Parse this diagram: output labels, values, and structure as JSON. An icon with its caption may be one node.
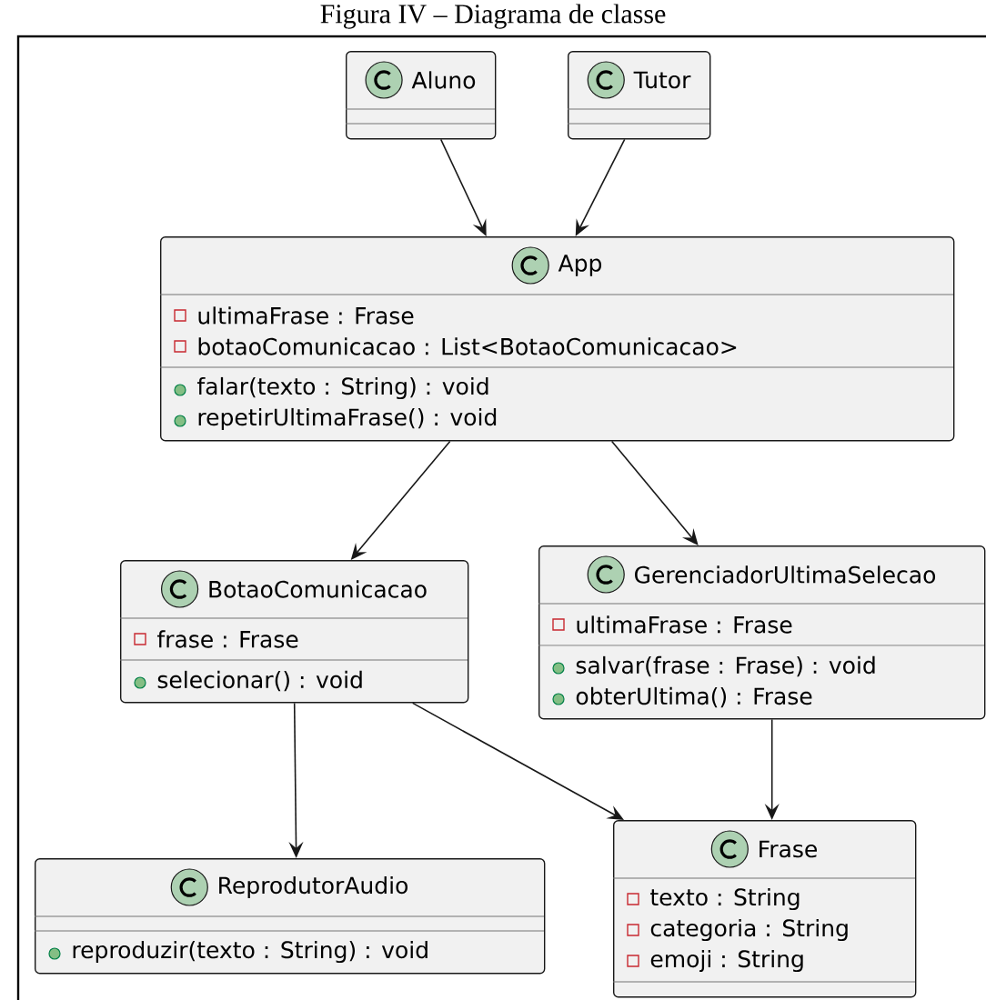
{
  "diagram": {
    "title": "Figura IV – Diagrama de classe",
    "nodes": [
      {
        "text": [
          "Aluno"
        ]
      },
      {
        "text": [
          "Tutor"
        ]
      },
      {
        "text": [
          "App",
          "ultimaFrase : Frase",
          "botaoComunicacao : List<BotaoComunicacao>",
          "falar(texto : String) : void",
          "repetirUltimaFrase() : void"
        ]
      },
      {
        "text": [
          "BotaoComunicacao",
          "frase : Frase",
          "selecionar() : void"
        ]
      },
      {
        "text": [
          "GerenciadorUltimaSelecao",
          "ultimaFrase : Frase",
          "salvar(frase : Frase) : void",
          "obterUltima() : Frase"
        ]
      },
      {
        "text": [
          "ReprodutorAudio",
          "reproduzir(texto : String) : void"
        ]
      },
      {
        "text": [
          "Frase",
          "texto : String",
          "categoria : String",
          "emoji : String"
        ]
      }
    ],
    "edges": [
      {
        "from": 0,
        "to": 2,
        "arrow": "to"
      },
      {
        "from": 1,
        "to": 2,
        "arrow": "to"
      },
      {
        "from": 2,
        "to": 3,
        "arrow": "to"
      },
      {
        "from": 2,
        "to": 4,
        "arrow": "to"
      },
      {
        "from": 3,
        "to": 5,
        "arrow": "to"
      },
      {
        "from": 3,
        "to": 6,
        "arrow": "to"
      },
      {
        "from": 4,
        "to": 6,
        "arrow": "to"
      }
    ]
  }
}
